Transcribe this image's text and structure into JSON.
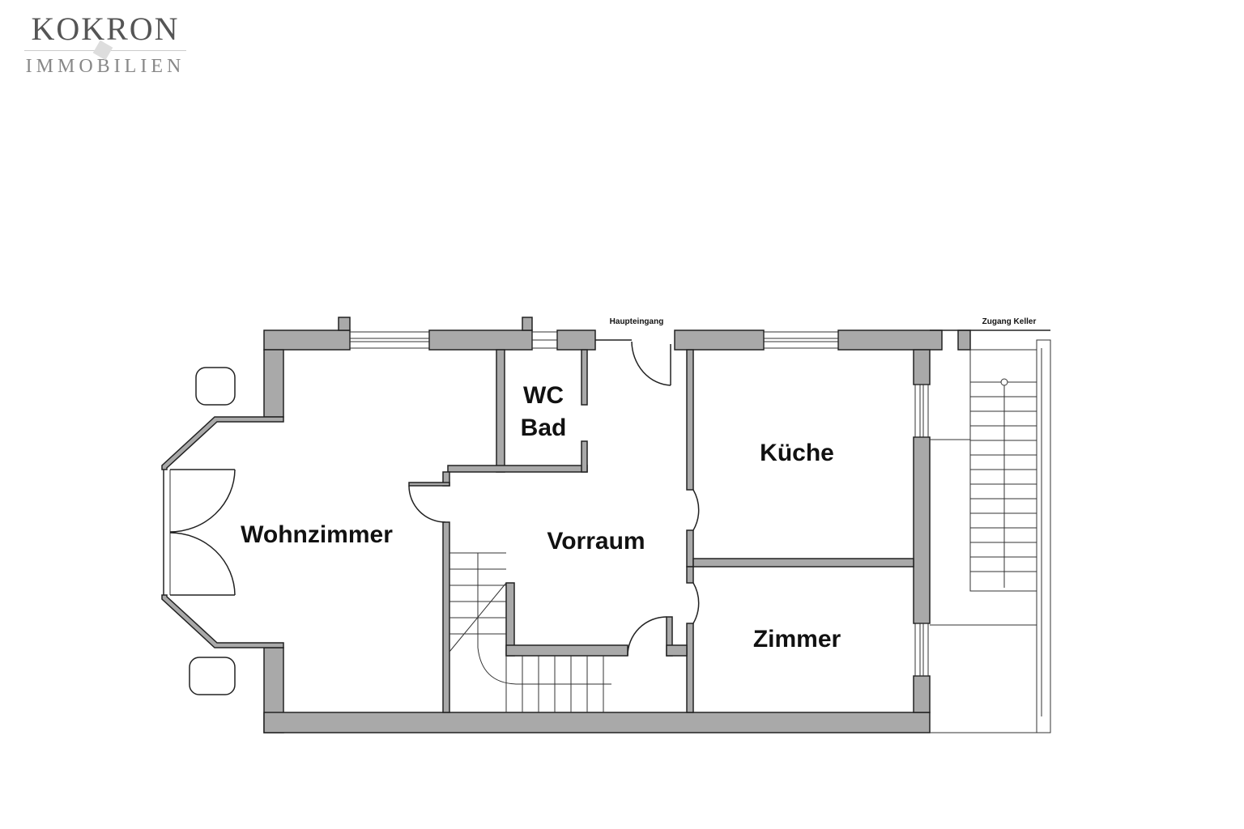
{
  "logo": {
    "name": "KOKRON",
    "sub": "IMMOBILIEN"
  },
  "labels": {
    "entrance": "Haupteingang",
    "cellar": "Zugang Keller"
  },
  "rooms": {
    "wc": "WC",
    "bad": "Bad",
    "wohnzimmer": "Wohnzimmer",
    "vorraum": "Vorraum",
    "kueche": "Küche",
    "zimmer": "Zimmer"
  },
  "colors": {
    "wall": "#a9a9a9",
    "line": "#222222"
  }
}
